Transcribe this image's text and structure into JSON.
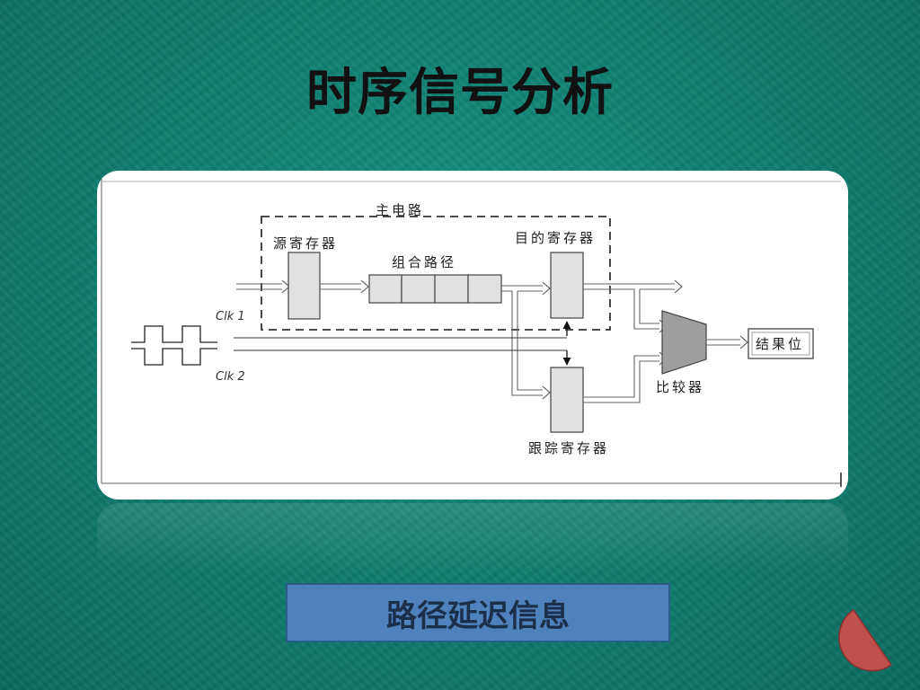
{
  "slide": {
    "title": "时序信号分析",
    "button_label": "路径延迟信息"
  },
  "diagram": {
    "main_circuit_label": "主电路",
    "source_register_label": "源寄存器",
    "combinational_path_label": "组合路径",
    "destination_register_label": "目的寄存器",
    "tracking_register_label": "跟踪寄存器",
    "comparator_label": "比较器",
    "result_bit_label": "结果位",
    "clk1_label": "Clk 1",
    "clk2_label": "Clk 2"
  },
  "colors": {
    "background": "#0f7d6f",
    "button_fill": "#4f81bd",
    "accent_shape": "#c0504d"
  }
}
